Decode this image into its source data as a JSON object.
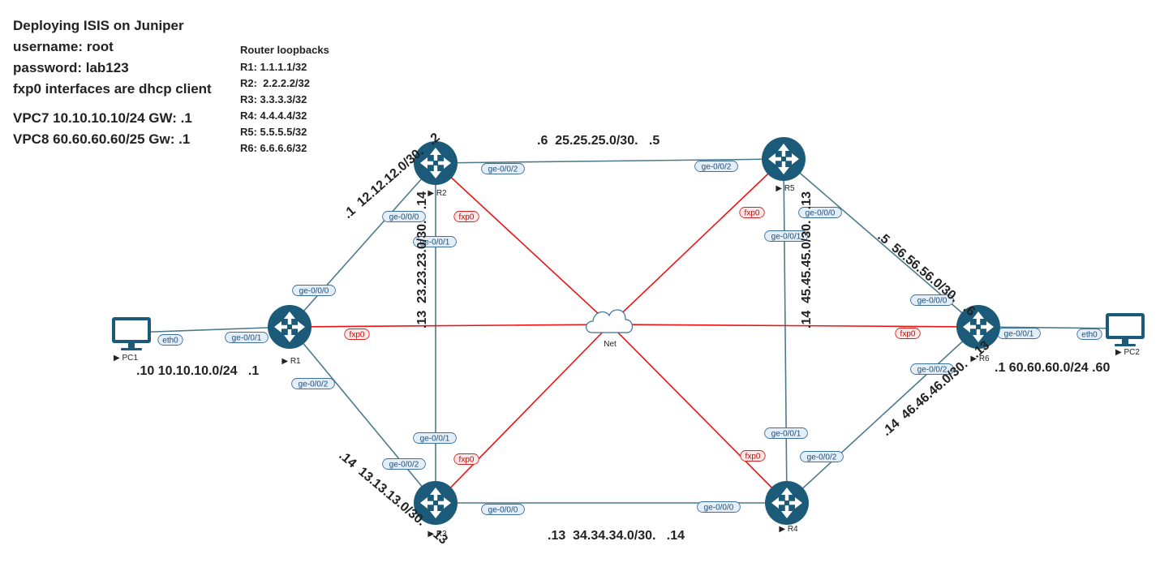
{
  "info": {
    "title": "Deploying ISIS on Juniper",
    "username": "username: root",
    "password": "password: lab123",
    "fxp0_note": "fxp0 interfaces are dhcp client",
    "vpc7": "VPC7 10.10.10.10/24 GW: .1",
    "vpc8": "VPC8 60.60.60.60/25 Gw: .1"
  },
  "loopbacks": {
    "heading": "Router loopbacks",
    "items": [
      "R1: 1.1.1.1/32",
      "R2:  2.2.2.2/32",
      "R3: 3.3.3.3/32",
      "R4: 4.4.4.4/32",
      "R5: 5.5.5.5/32",
      "R6: 6.6.6.6/32"
    ]
  },
  "colors": {
    "router": "#1c5a7a",
    "link": "#4d7a8a",
    "mgmt_link": "#ee1111",
    "pill_border": "#3d6f99",
    "pill_fill": "#e3eef8",
    "mgmt_pill_border": "#d42222",
    "mgmt_pill_fill": "#fde8e8"
  },
  "nodes": [
    {
      "id": "PC1",
      "label": "PC1",
      "type": "pc"
    },
    {
      "id": "R1",
      "label": "R1",
      "type": "router"
    },
    {
      "id": "R2",
      "label": "R2",
      "type": "router"
    },
    {
      "id": "R3",
      "label": "R3",
      "type": "router"
    },
    {
      "id": "R4",
      "label": "R4",
      "type": "router"
    },
    {
      "id": "R5",
      "label": "R5",
      "type": "router"
    },
    {
      "id": "R6",
      "label": "R6",
      "type": "router"
    },
    {
      "id": "PC2",
      "label": "PC2",
      "type": "pc"
    },
    {
      "id": "NET",
      "label": "Net",
      "type": "cloud"
    }
  ],
  "links": [
    {
      "from": "PC1",
      "to": "R1",
      "kind": "data",
      "a_if": "eth0",
      "b_if": "ge-0/0/1"
    },
    {
      "from": "R1",
      "to": "R2",
      "kind": "data",
      "a_if": "ge-0/0/0",
      "b_if": "ge-0/0/0"
    },
    {
      "from": "R1",
      "to": "R3",
      "kind": "data",
      "a_if": "ge-0/0/2",
      "b_if": "ge-0/0/2"
    },
    {
      "from": "R2",
      "to": "R3",
      "kind": "data",
      "a_if": "ge-0/0/1",
      "b_if": "ge-0/0/1"
    },
    {
      "from": "R2",
      "to": "R5",
      "kind": "data",
      "a_if": "ge-0/0/2",
      "b_if": "ge-0/0/2"
    },
    {
      "from": "R3",
      "to": "R4",
      "kind": "data",
      "a_if": "ge-0/0/0",
      "b_if": "ge-0/0/0"
    },
    {
      "from": "R5",
      "to": "R4",
      "kind": "data",
      "a_if": "ge-0/0/1",
      "b_if": "ge-0/0/1"
    },
    {
      "from": "R5",
      "to": "R6",
      "kind": "data",
      "a_if": "ge-0/0/0",
      "b_if": "ge-0/0/0"
    },
    {
      "from": "R4",
      "to": "R6",
      "kind": "data",
      "a_if": "ge-0/0/2",
      "b_if": "ge-0/0/2"
    },
    {
      "from": "R6",
      "to": "PC2",
      "kind": "data",
      "a_if": "ge-0/0/1",
      "b_if": "eth0"
    },
    {
      "from": "R1",
      "to": "NET",
      "kind": "mgmt",
      "a_if": "fxp0",
      "b_if": ""
    },
    {
      "from": "R2",
      "to": "NET",
      "kind": "mgmt",
      "a_if": "fxp0",
      "b_if": ""
    },
    {
      "from": "R3",
      "to": "NET",
      "kind": "mgmt",
      "a_if": "fxp0",
      "b_if": ""
    },
    {
      "from": "R4",
      "to": "NET",
      "kind": "mgmt",
      "a_if": "fxp0",
      "b_if": ""
    },
    {
      "from": "R5",
      "to": "NET",
      "kind": "mgmt",
      "a_if": "fxp0",
      "b_if": ""
    },
    {
      "from": "R6",
      "to": "NET",
      "kind": "mgmt",
      "a_if": "fxp0",
      "b_if": ""
    }
  ],
  "subnet_labels": [
    ".10 10.10.10.0/24   .1",
    ".1  12.12.12.0/30.   .2",
    ".14  13.13.13.0/30.   .13",
    ".13  23.23.23.0/30.   .14",
    ".6  25.25.25.0/30.   .5",
    ".13  34.34.34.0/30.   .14",
    ".14  45.45.45.0/30.   .13",
    ".5  56.56.56.0/30.   .6",
    ".14  46.46.46.0/30.   .13",
    ".1 60.60.60.0/24 .60"
  ]
}
